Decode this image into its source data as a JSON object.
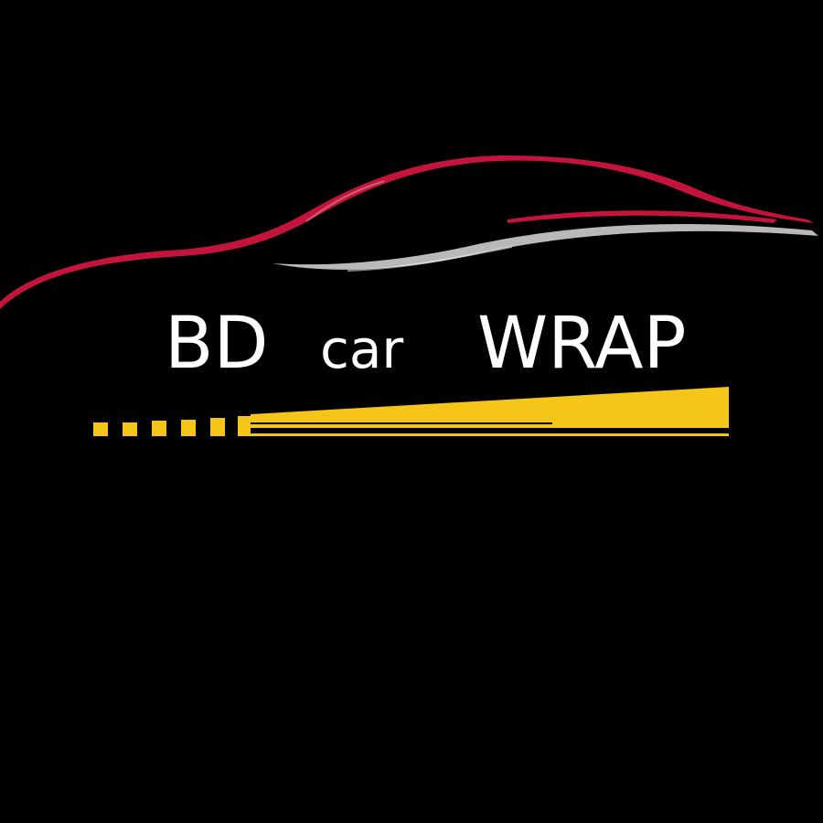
{
  "logo": {
    "word_1": "BD",
    "word_2": "car",
    "word_3": "WRAP"
  },
  "colors": {
    "background": "#000000",
    "car_outline": "#c4143c",
    "silver_swoosh": "#b9b9b9",
    "speed_stripe": "#f5c518",
    "text": "#ffffff"
  },
  "icons": {
    "car": "car-silhouette-icon",
    "stripe": "checkered-speed-stripe-icon"
  }
}
